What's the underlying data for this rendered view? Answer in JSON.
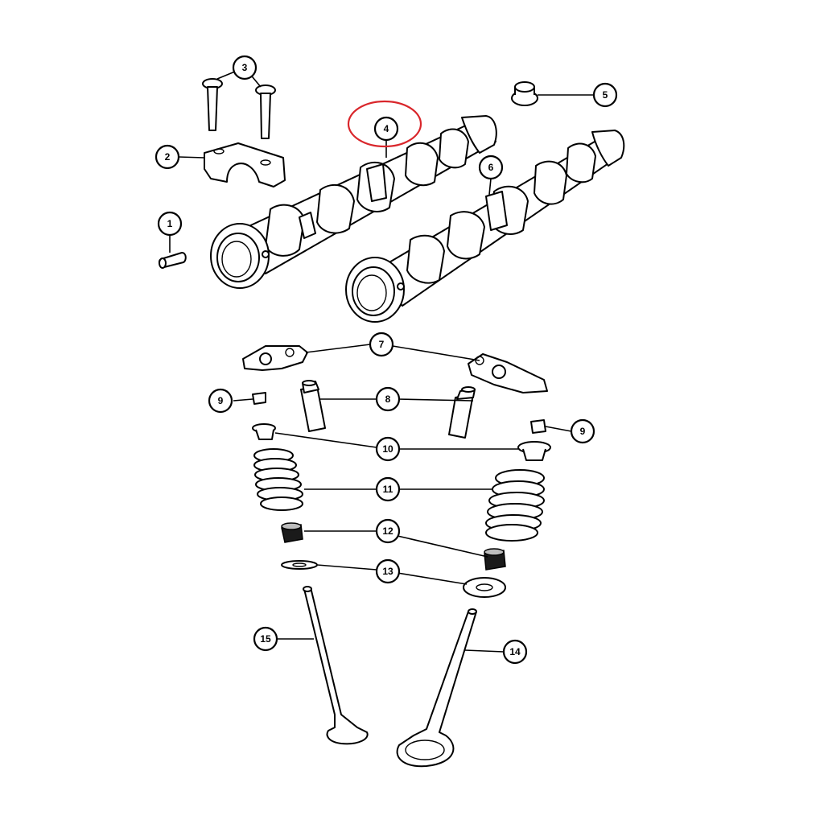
{
  "callouts": {
    "c1": "1",
    "c2": "2",
    "c3": "3",
    "c4": "4",
    "c5": "5",
    "c6": "6",
    "c7": "7",
    "c8": "8",
    "c9a": "9",
    "c9b": "9",
    "c10": "10",
    "c11": "11",
    "c12": "12",
    "c13": "13",
    "c14": "14",
    "c15": "15"
  },
  "colors": {
    "highlight": "#d9262b",
    "line": "#000000"
  },
  "highlighted_callout": "4"
}
